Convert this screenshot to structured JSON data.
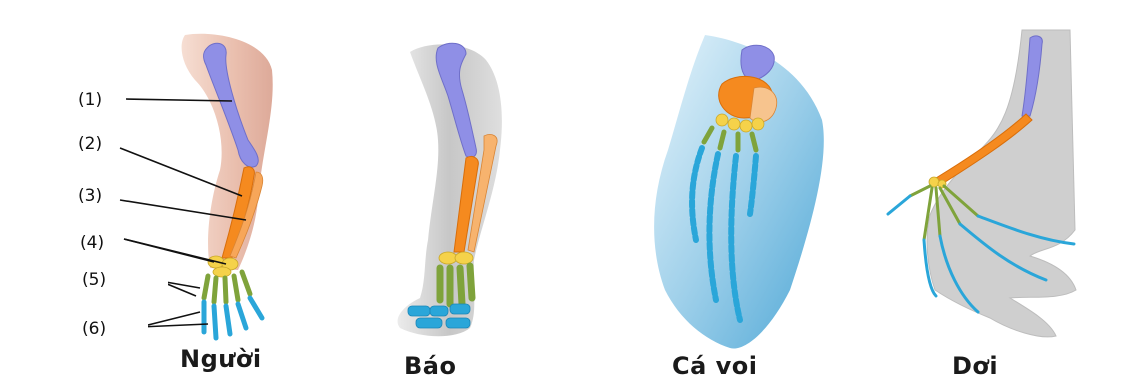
{
  "labels": [
    "(1)",
    "(2)",
    "(3)",
    "(4)",
    "(5)",
    "(6)"
  ],
  "captions": {
    "human": "Người",
    "leopard": "Báo",
    "whale": "Cá voi",
    "bat": "Dơi"
  },
  "colors": {
    "humerus": "#8f8fe6",
    "radius_ulna": "#f58a1f",
    "carpals": "#f5d24a",
    "metacarpals": "#7fa33b",
    "phalanges": "#2aa6d9",
    "human_skin": "#e7b9a4",
    "leopard_fur": "#c9c9c9",
    "whale_flipper": "#a9d6ee",
    "bat_wing": "#cfcfcf"
  }
}
